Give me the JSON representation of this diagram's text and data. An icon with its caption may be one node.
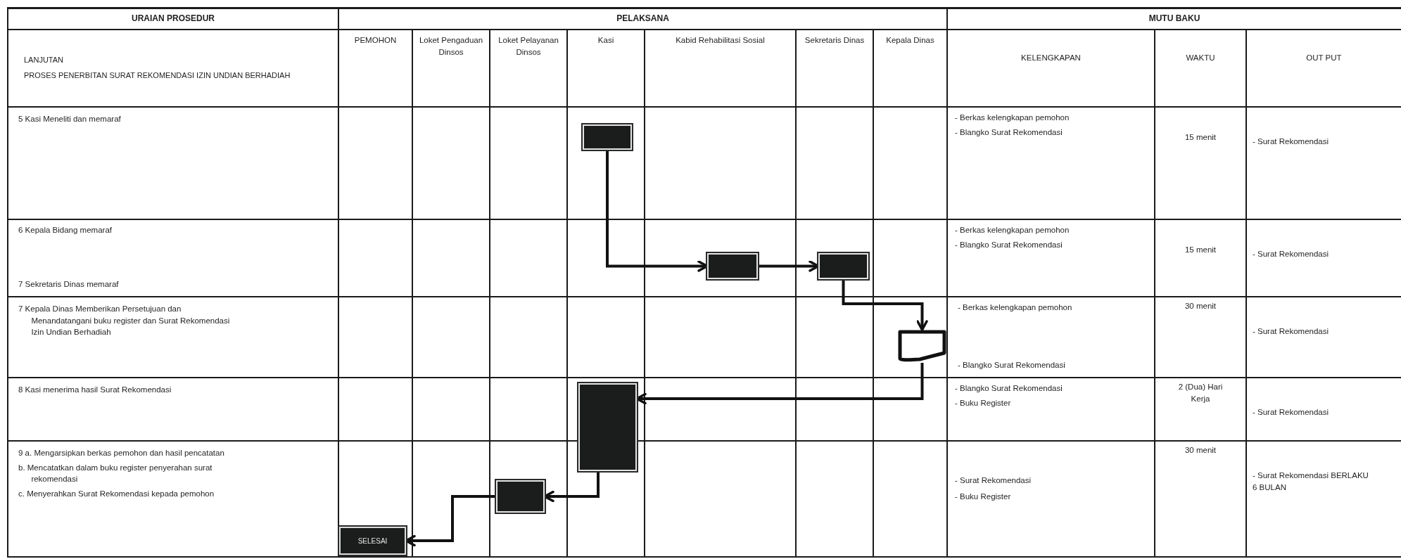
{
  "diagram": {
    "nodes": [
      {
        "text": [],
        "shape": "box"
      },
      {
        "text": [],
        "shape": "box"
      },
      {
        "text": [],
        "shape": "box"
      },
      {
        "text": [],
        "shape": "document"
      },
      {
        "text": [],
        "shape": "box"
      },
      {
        "text": [],
        "shape": "box"
      },
      {
        "text": [
          "SELESAI"
        ]
      }
    ],
    "edges": [
      {
        "from": 0,
        "to": 1,
        "arrow": "to"
      },
      {
        "from": 1,
        "to": 2,
        "arrow": "to"
      },
      {
        "from": 2,
        "to": 3,
        "arrow": "to"
      },
      {
        "from": 3,
        "to": 4,
        "arrow": "to"
      },
      {
        "from": 4,
        "to": 5,
        "arrow": "to"
      },
      {
        "from": 5,
        "to": 6,
        "arrow": "to"
      }
    ],
    "labels": [
      "URAIAN PROSEDUR",
      "PELAKSANA",
      "MUTU BAKU",
      "LANJUTAN",
      "PROSES PENERBITAN SURAT REKOMENDASI IZIN UNDIAN BERHADIAH",
      "PEMOHON",
      "Loket Pengaduan Dinsos",
      "Loket Pelayanan Dinsos",
      "Kasi",
      "Kabid Rehabilitasi Sosial",
      "Sekretaris Dinas",
      "Kepala Dinas",
      "KELENGKAPAN",
      "WAKTU",
      "OUT PUT",
      "5 Kasi Meneliti dan memaraf",
      "- Berkas kelengkapan pemohon",
      "- Blangko Surat Rekomendasi",
      "15 menit",
      "- Surat Rekomendasi",
      "6 Kepala Bidang memaraf",
      "7 Sekretaris Dinas memaraf",
      "- Berkas kelengkapan pemohon",
      "- Blangko Surat Rekomendasi",
      "15 menit",
      "- Surat Rekomendasi",
      "7 Kepala Dinas Memberikan Persetujuan dan Menandatangani buku register dan Surat Rekomendasi Izin Undian Berhadiah",
      "- Berkas kelengkapan pemohon",
      "- Blangko Surat Rekomendasi",
      "30 menit",
      "- Surat Rekomendasi",
      "8 Kasi menerima hasil Surat Rekomendasi",
      "- Blangko Surat Rekomendasi",
      "- Buku Register",
      "2 (Dua) Hari Kerja",
      "- Surat Rekomendasi",
      "9 a. Mengarsipkan berkas pemohon dan hasil pencatatan",
      "b. Mencatatkan dalam buku register penyerahan surat rekomendasi",
      "c. Menyerahkan Surat Rekomendasi kepada pemohon",
      "- Surat Rekomendasi",
      "- Buku Register",
      "30 menit",
      "- Surat Rekomendasi BERLAKU 6 BULAN"
    ]
  }
}
